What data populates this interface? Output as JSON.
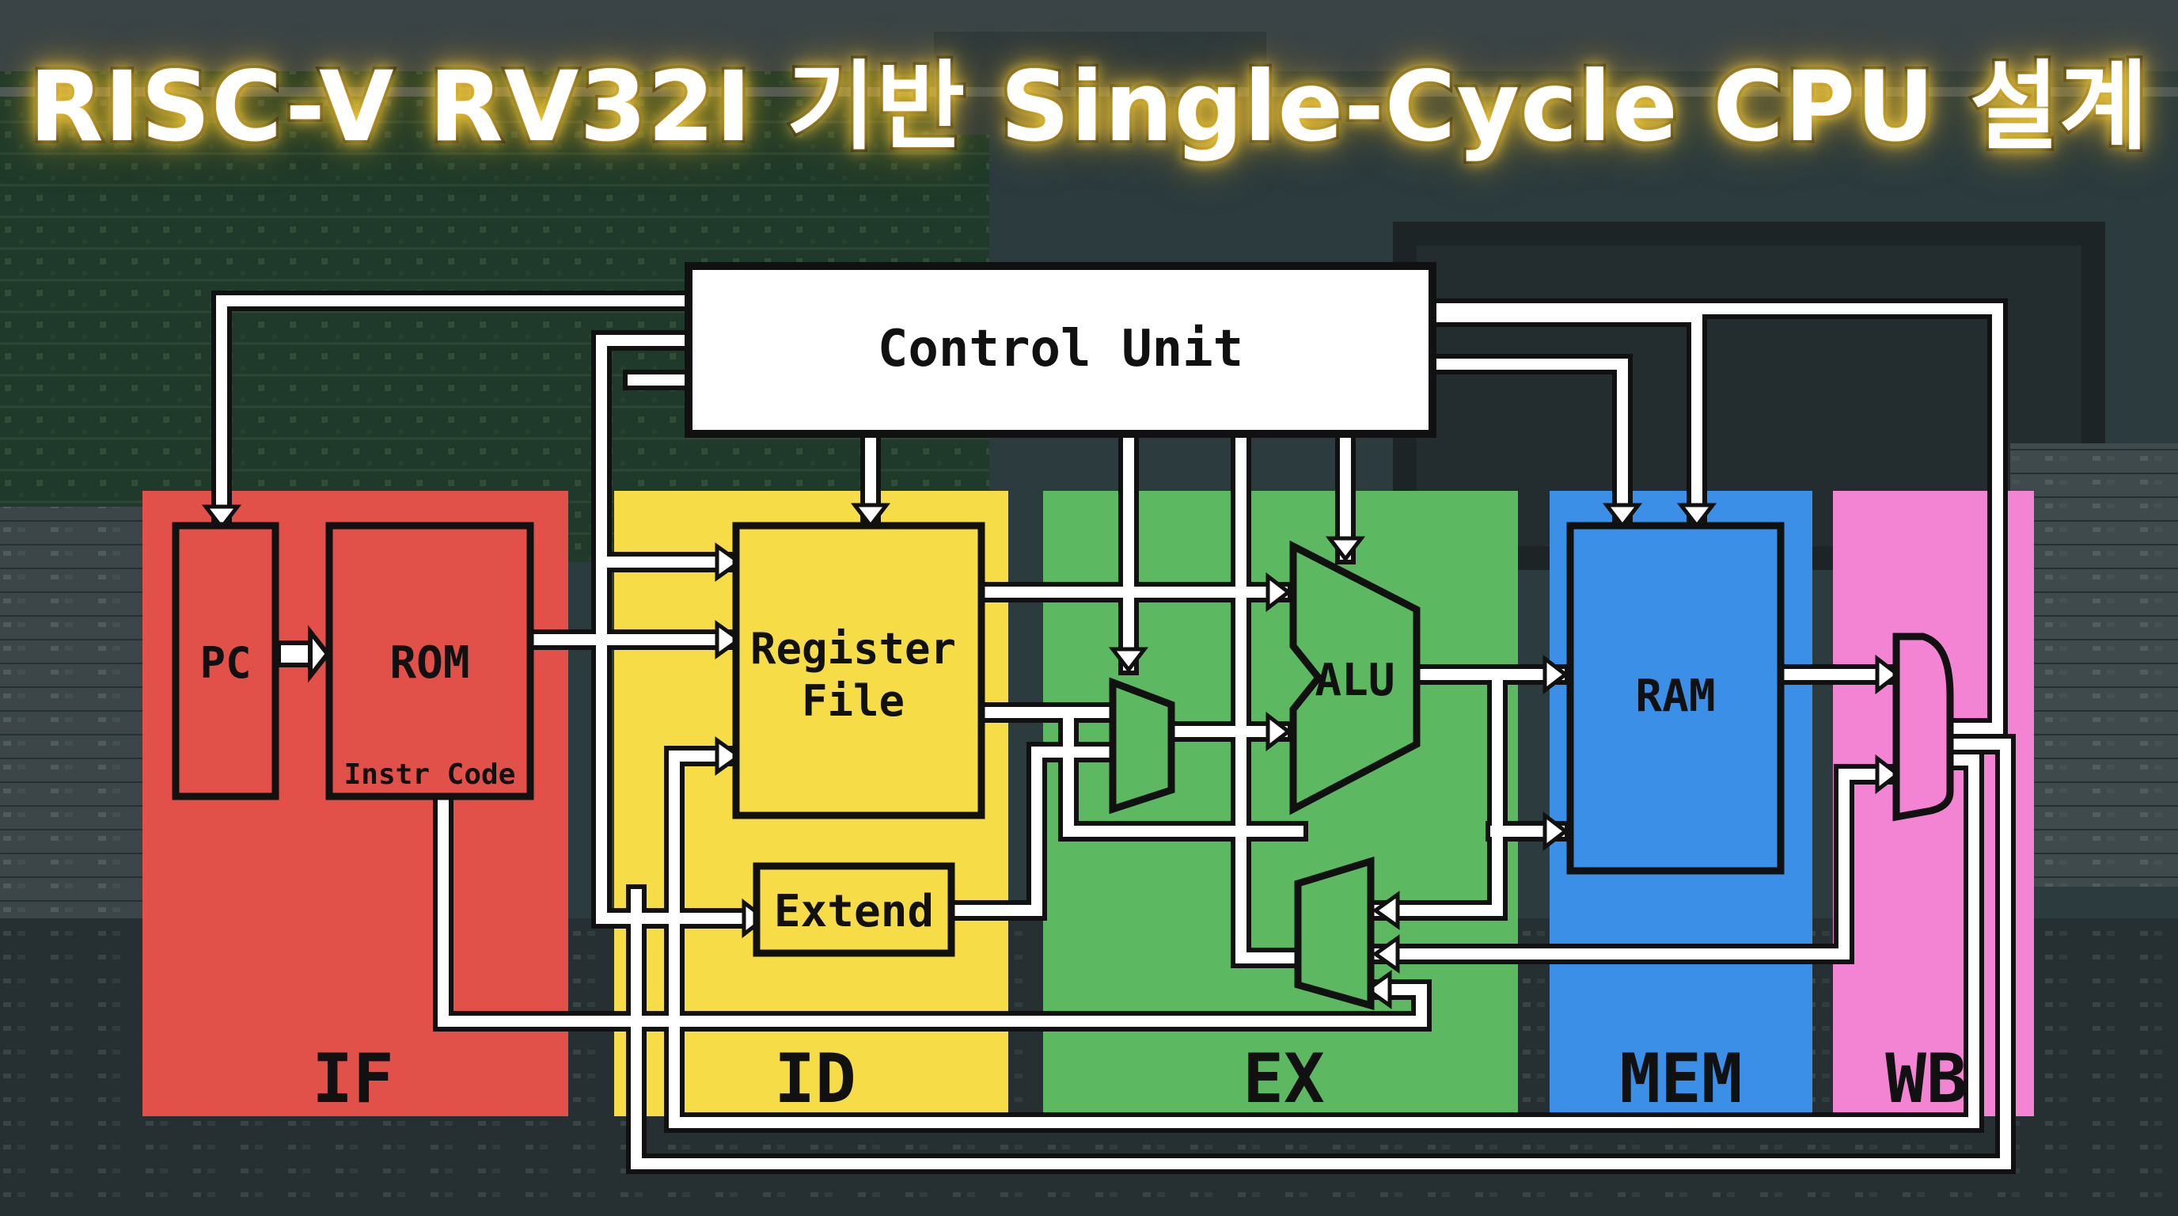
{
  "title": "RISC-V RV32I 기반 Single-Cycle CPU 설계",
  "colors": {
    "if_stage": "#e2504a",
    "id_stage": "#f6dd48",
    "ex_stage": "#5db862",
    "mem_stage": "#3b8fe6",
    "wb_stage": "#f384d4",
    "control_unit": "#ffffff",
    "wire": "#ffffff",
    "outline": "#111111",
    "title_glow": "#ffd640"
  },
  "stages": {
    "if": "IF",
    "id": "ID",
    "ex": "EX",
    "mem": "MEM",
    "wb": "WB"
  },
  "blocks": {
    "control_unit": "Control Unit",
    "pc": "PC",
    "rom": "ROM",
    "rom_sub": "Instr Code",
    "register_file_line1": "Register",
    "register_file_line2": "File",
    "extend": "Extend",
    "alu": "ALU",
    "ram": "RAM"
  }
}
